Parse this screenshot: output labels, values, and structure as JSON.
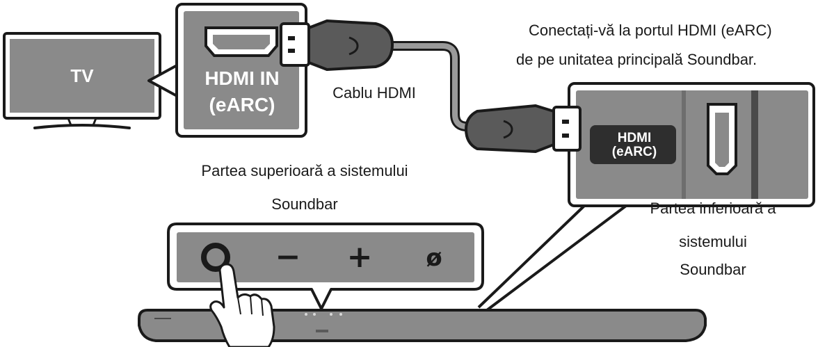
{
  "tv": {
    "label": "TV"
  },
  "hdmi_in": {
    "line1": "HDMI IN",
    "line2": "(eARC)"
  },
  "cable": {
    "label": "Cablu HDMI"
  },
  "instruction": {
    "line1": "Conectați-vă la portul HDMI (eARC)",
    "line2": "de pe unitatea principală Soundbar."
  },
  "bottom_port": {
    "line1": "HDMI",
    "line2": "(eARC)"
  },
  "top_caption": {
    "line1": "Partea superioară a sistemului",
    "line2": "Soundbar"
  },
  "bottom_caption": {
    "line1": "Partea inferioară a",
    "line2": "sistemului",
    "line3": "Soundbar"
  },
  "buttons": {
    "minus": "−",
    "plus": "+",
    "mic": "ø"
  },
  "icons": [
    "power-button-icon",
    "hand-pointer-icon",
    "hdmi-port-icon",
    "hdmi-plug-icon"
  ],
  "colors": {
    "panel": "#8a8a8a",
    "panel_dark": "#3a3a3a",
    "cable": "#7d7d7d",
    "outline": "#1a1a1a"
  }
}
